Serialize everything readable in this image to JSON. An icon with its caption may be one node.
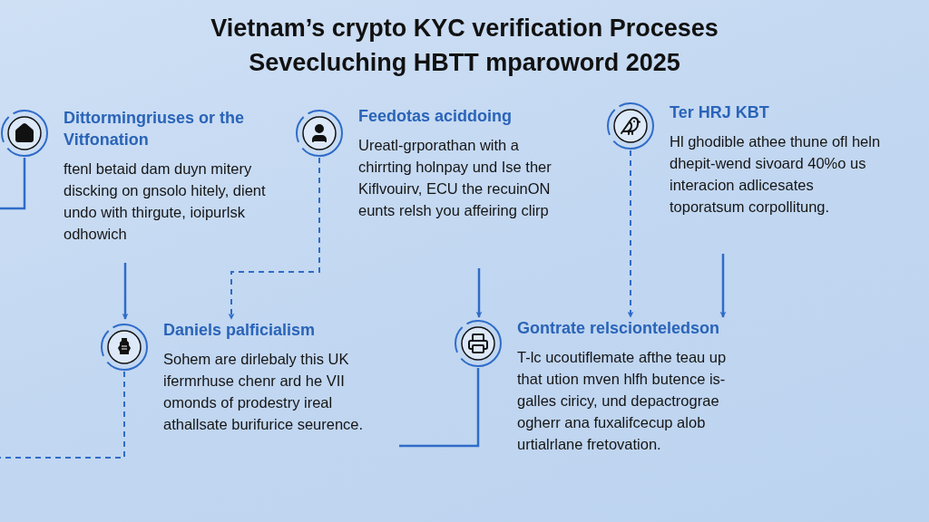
{
  "diagram": {
    "title": "Vietnam’s crypto KYC verification Proceses Sevecluching HBTT mparoword 2025",
    "nodes": [
      {
        "text": [
          "Dittormingriuses or the Vitfonation",
          "ftenl betaid dam duyn mitery discking on gnsolo hitely, dient undo with thirgute, ioipurlsk odhowich"
        ]
      },
      {
        "text": [
          "Feedotas aciddoing",
          "Ureatl-grporathan with a chirrting holnpay und Ise ther Kiflvouirv, ECU the recuinON eunts relsh you affeiring clirp"
        ]
      },
      {
        "text": [
          "Ter HRJ KBT",
          "Hl ghodible athee thune ofl heln dhepit-wend sivoard 40%o us interacion adlicesates toporatsum corpollitung."
        ]
      },
      {
        "text": [
          "Daniels palficialism",
          "Sohem are dirlebaly this UK ifermrhuse chenr ard he VII omonds of prodestry ireal athallsate burifurice seurence."
        ]
      },
      {
        "text": [
          "Gontrate relscionteledson",
          "T-lc ucoutiflemate afthe teau up that ution mven hlfh butence is-galles ciricy, und depactrograe ogherr ana fuxalifcecup alob urtialrlane fretovation."
        ]
      }
    ],
    "edges": [
      {
        "from": 0,
        "to": null,
        "arrow": "none"
      },
      {
        "from": 0,
        "to": 3,
        "arrow": "to"
      },
      {
        "from": 1,
        "to": 3,
        "arrow": "to",
        "style": "dashed"
      },
      {
        "from": 1,
        "to": 4,
        "arrow": "to"
      },
      {
        "from": 2,
        "to": 4,
        "arrow": "to",
        "style": "dashed"
      },
      {
        "from": 2,
        "to": 4,
        "arrow": "to"
      },
      {
        "from": 3,
        "to": null,
        "arrow": "none",
        "style": "dashed"
      },
      {
        "from": 4,
        "to": null,
        "arrow": "none"
      }
    ]
  }
}
